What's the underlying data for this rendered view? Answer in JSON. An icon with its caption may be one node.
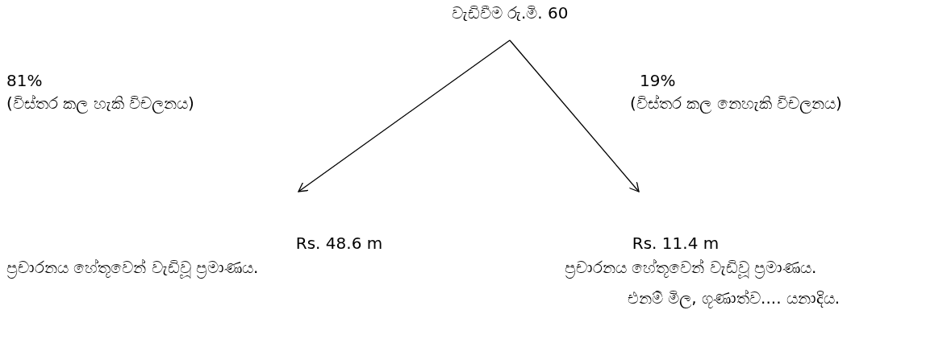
{
  "diagram": {
    "nodes": [
      {
        "text": [
          "වැඩිවීම රු.මි. 60"
        ]
      },
      {
        "text": [
          "Rs. 48.6 m"
        ]
      },
      {
        "text": [
          "Rs. 11.4 m"
        ]
      }
    ],
    "edges": [
      {
        "from": 0,
        "to": 1,
        "arrow": "to"
      },
      {
        "from": 0,
        "to": 2,
        "arrow": "to"
      }
    ],
    "labels": [
      "81%",
      "(විස්තර කල හැකි විචලනය)",
      "19%",
      "(විස්තර කල නෙහැකි විචලනය)",
      "ප්‍රචාරනය හේතූවෙන් වැඩිවූ ප්‍රමාණය.",
      "ප්‍රචාරනය හේතූවෙන් වැඩිවූ ප්‍රමාණය.",
      "එනම් මිල, ගූණාත්ව.... යනාදිය."
    ]
  }
}
